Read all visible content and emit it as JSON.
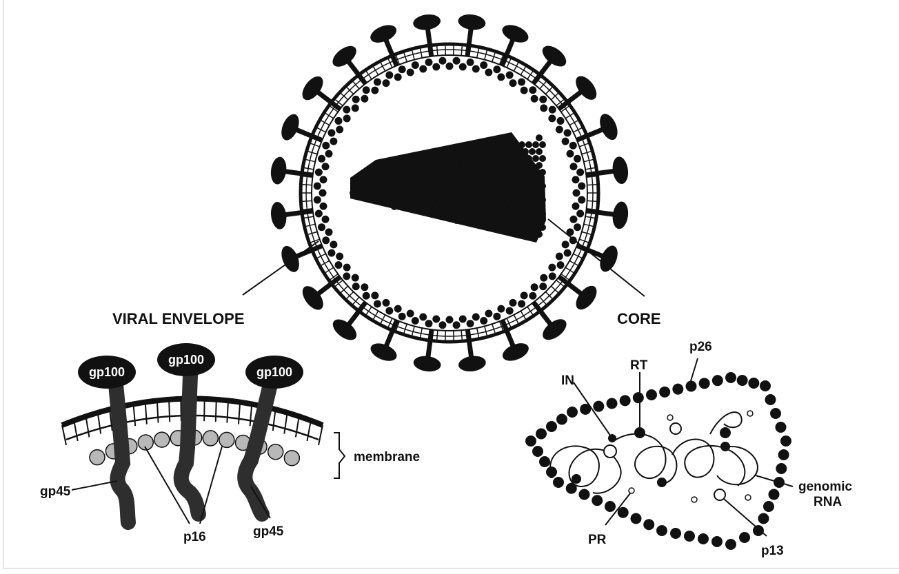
{
  "colors": {
    "ink": "#111111",
    "membrane_lipid": "#b8b8b8",
    "background": "#ffffff"
  },
  "labels": {
    "viral_envelope": "VIRAL ENVELOPE",
    "core": "CORE",
    "gp100": "gp100",
    "gp45_left": "gp45",
    "gp45_right": "gp45",
    "p16": "p16",
    "membrane": "membrane",
    "IN": "IN",
    "RT": "RT",
    "p26": "p26",
    "genomic": "genomic",
    "RNA": "RNA",
    "PR": "PR",
    "p13": "p13"
  }
}
